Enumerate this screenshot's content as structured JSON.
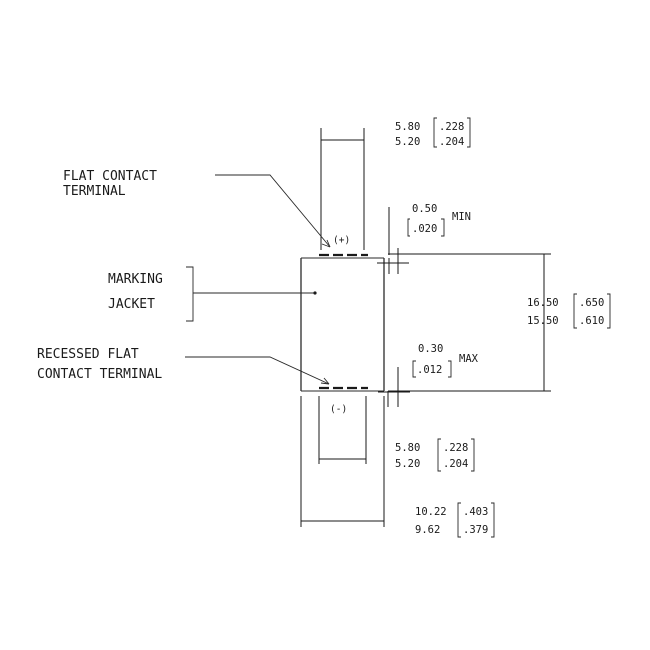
{
  "labels": {
    "flat_contact": [
      "FLAT CONTACT",
      "TERMINAL"
    ],
    "marking_jacket": [
      "MARKING",
      "JACKET"
    ],
    "recessed_contact": [
      "RECESSED FLAT",
      "CONTACT TERMINAL"
    ]
  },
  "terminals": {
    "positive": "(+)",
    "negative": "(-)"
  },
  "dimensions": {
    "top_width": {
      "max": "5.80",
      "min": "5.20",
      "in_max": ".228",
      "in_min": ".204"
    },
    "top_protrusion": {
      "value": "0.50",
      "inch": ".020",
      "qualifier": "MIN"
    },
    "height": {
      "max": "16.50",
      "min": "15.50",
      "in_max": ".650",
      "in_min": ".610"
    },
    "bottom_recess": {
      "value": "0.30",
      "inch": ".012",
      "qualifier": "MAX"
    },
    "bottom_width": {
      "max": "5.80",
      "min": "5.20",
      "in_max": ".228",
      "in_min": ".204"
    },
    "diameter": {
      "max": "10.22",
      "min": "9.62",
      "in_max": ".403",
      "in_min": ".379"
    }
  }
}
